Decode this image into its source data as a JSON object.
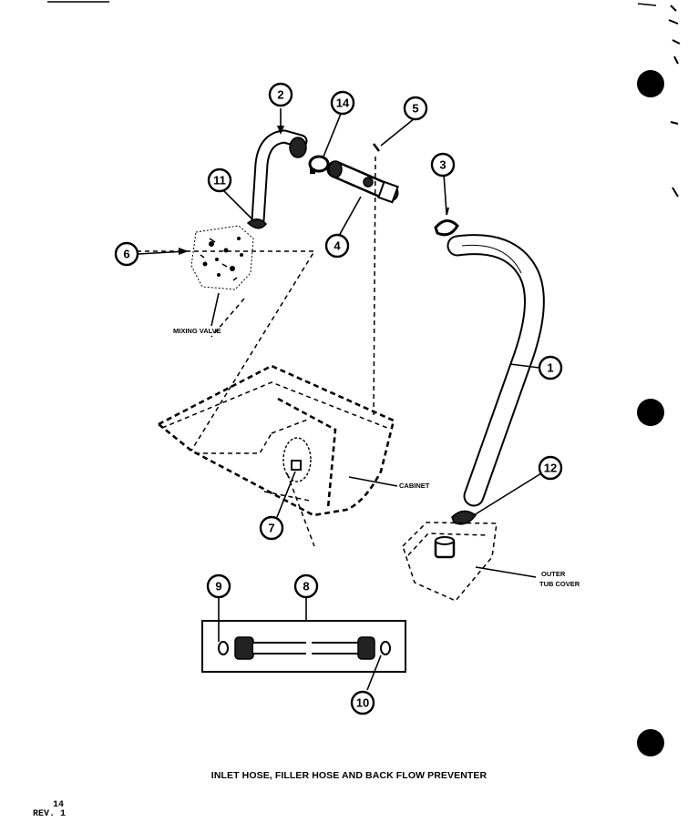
{
  "callouts": [
    "1",
    "2",
    "3",
    "4",
    "5",
    "6",
    "7",
    "8",
    "9",
    "10",
    "11",
    "12",
    "14"
  ],
  "labels": {
    "mixing_valve": "MIXING VALVE",
    "cabinet": "CABINET",
    "outer_tub_cover_line1": "OUTER",
    "outer_tub_cover_line2": "TUB COVER"
  },
  "caption": "INLET HOSE, FILLER HOSE AND BACK FLOW PREVENTER",
  "page": {
    "number": "14",
    "revision": "REV. 1"
  }
}
